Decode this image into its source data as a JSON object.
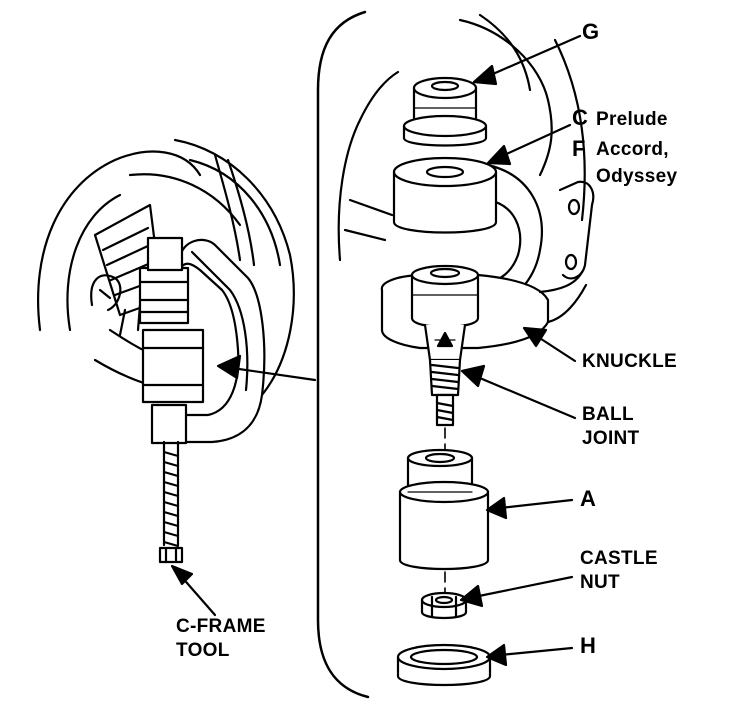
{
  "labels": {
    "g": "G",
    "c": "C",
    "f": "F",
    "prelude": "Prelude",
    "accord": "Accord,",
    "odyssey": "Odyssey",
    "knuckle": "KNUCKLE",
    "ball_joint_1": "BALL",
    "ball_joint_2": "JOINT",
    "a": "A",
    "castle_nut_1": "CASTLE",
    "castle_nut_2": "NUT",
    "h": "H",
    "c_frame_1": "C-FRAME",
    "c_frame_2": "TOOL"
  },
  "colors": {
    "ink": "#000000",
    "paper": "#ffffff"
  }
}
